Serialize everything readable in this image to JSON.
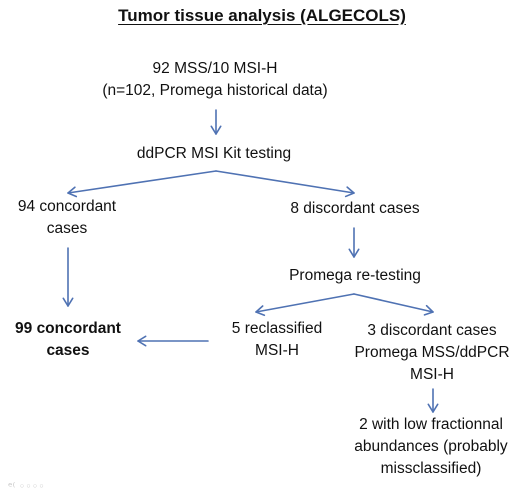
{
  "title": "Tumor tissue analysis (ALGECOLS)",
  "nodes": {
    "start": [
      "92 MSS/10 MSI-H",
      "(n=102, Promega historical data)"
    ],
    "ddpcr": [
      "ddPCR MSI Kit testing"
    ],
    "concordant94": [
      "94 concordant",
      "cases"
    ],
    "discordant8": [
      "8 discordant cases"
    ],
    "retest": [
      "Promega re-testing"
    ],
    "concordant99": [
      "99 concordant",
      "cases"
    ],
    "reclassified5": [
      "5 reclassified",
      "MSI-H"
    ],
    "discordant3": [
      "3 discordant cases",
      "Promega MSS/ddPCR",
      "MSI-H"
    ],
    "lowabund2": [
      "2 with low fractionnal",
      "abundances (probably",
      "missclassified)"
    ]
  },
  "edges": [
    {
      "from": "start",
      "to": "ddpcr"
    },
    {
      "from": "ddpcr",
      "to": "concordant94"
    },
    {
      "from": "ddpcr",
      "to": "discordant8"
    },
    {
      "from": "discordant8",
      "to": "retest"
    },
    {
      "from": "concordant94",
      "to": "concordant99"
    },
    {
      "from": "retest",
      "to": "reclassified5"
    },
    {
      "from": "retest",
      "to": "discordant3"
    },
    {
      "from": "reclassified5",
      "to": "concordant99"
    },
    {
      "from": "discordant3",
      "to": "lowabund2"
    }
  ],
  "colors": {
    "arrow": "#4f72b3",
    "text": "#111111"
  }
}
